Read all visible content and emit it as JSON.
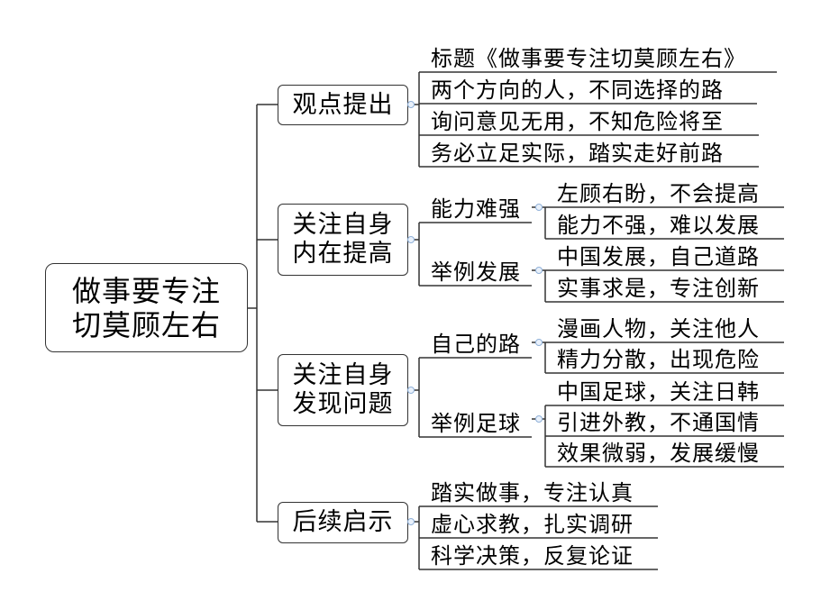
{
  "root": {
    "line1": "做事要专注",
    "line2": "切莫顾左右"
  },
  "branches": [
    {
      "label": [
        "观点提出"
      ],
      "leaves": [
        "标题《做事要专注切莫顾左右》",
        "两个方向的人，不同选择的路",
        "询问意见无用，不知危险将至",
        "务必立足实际，踏实走好前路"
      ]
    },
    {
      "label": [
        "关注自身",
        "内在提高"
      ],
      "subs": [
        {
          "label": "能力难强",
          "leaves": [
            "左顾右盼，不会提高",
            "能力不强，难以发展"
          ]
        },
        {
          "label": "举例发展",
          "leaves": [
            "中国发展，自己道路",
            "实事求是，专注创新"
          ]
        }
      ]
    },
    {
      "label": [
        "关注自身",
        "发现问题"
      ],
      "subs": [
        {
          "label": "自己的路",
          "leaves": [
            "漫画人物，关注他人",
            "精力分散，出现危险"
          ]
        },
        {
          "label": "举例足球",
          "leaves": [
            "中国足球，关注日韩",
            "引进外教，不通国情",
            "效果微弱，发展缓慢"
          ]
        }
      ]
    },
    {
      "label": [
        "后续启示"
      ],
      "leaves": [
        "踏实做事，专注认真",
        "虚心求教，扎实调研",
        "科学决策，反复论证"
      ]
    }
  ]
}
